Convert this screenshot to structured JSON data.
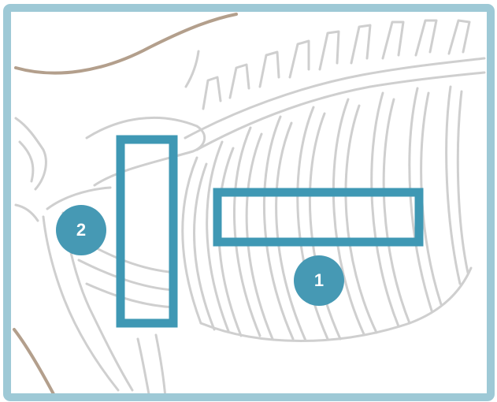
{
  "colors": {
    "frame": "#9ec9d6",
    "marker": "#3f98b4",
    "badge": "#4699b4",
    "bone_outline": "#cfcfcf",
    "skin_outline": "#b39f8c",
    "badge_text": "#ffffff"
  },
  "markers": [
    {
      "id": "1",
      "label": "1",
      "shape": "horizontal-rectangle"
    },
    {
      "id": "2",
      "label": "2",
      "shape": "vertical-rectangle"
    }
  ]
}
